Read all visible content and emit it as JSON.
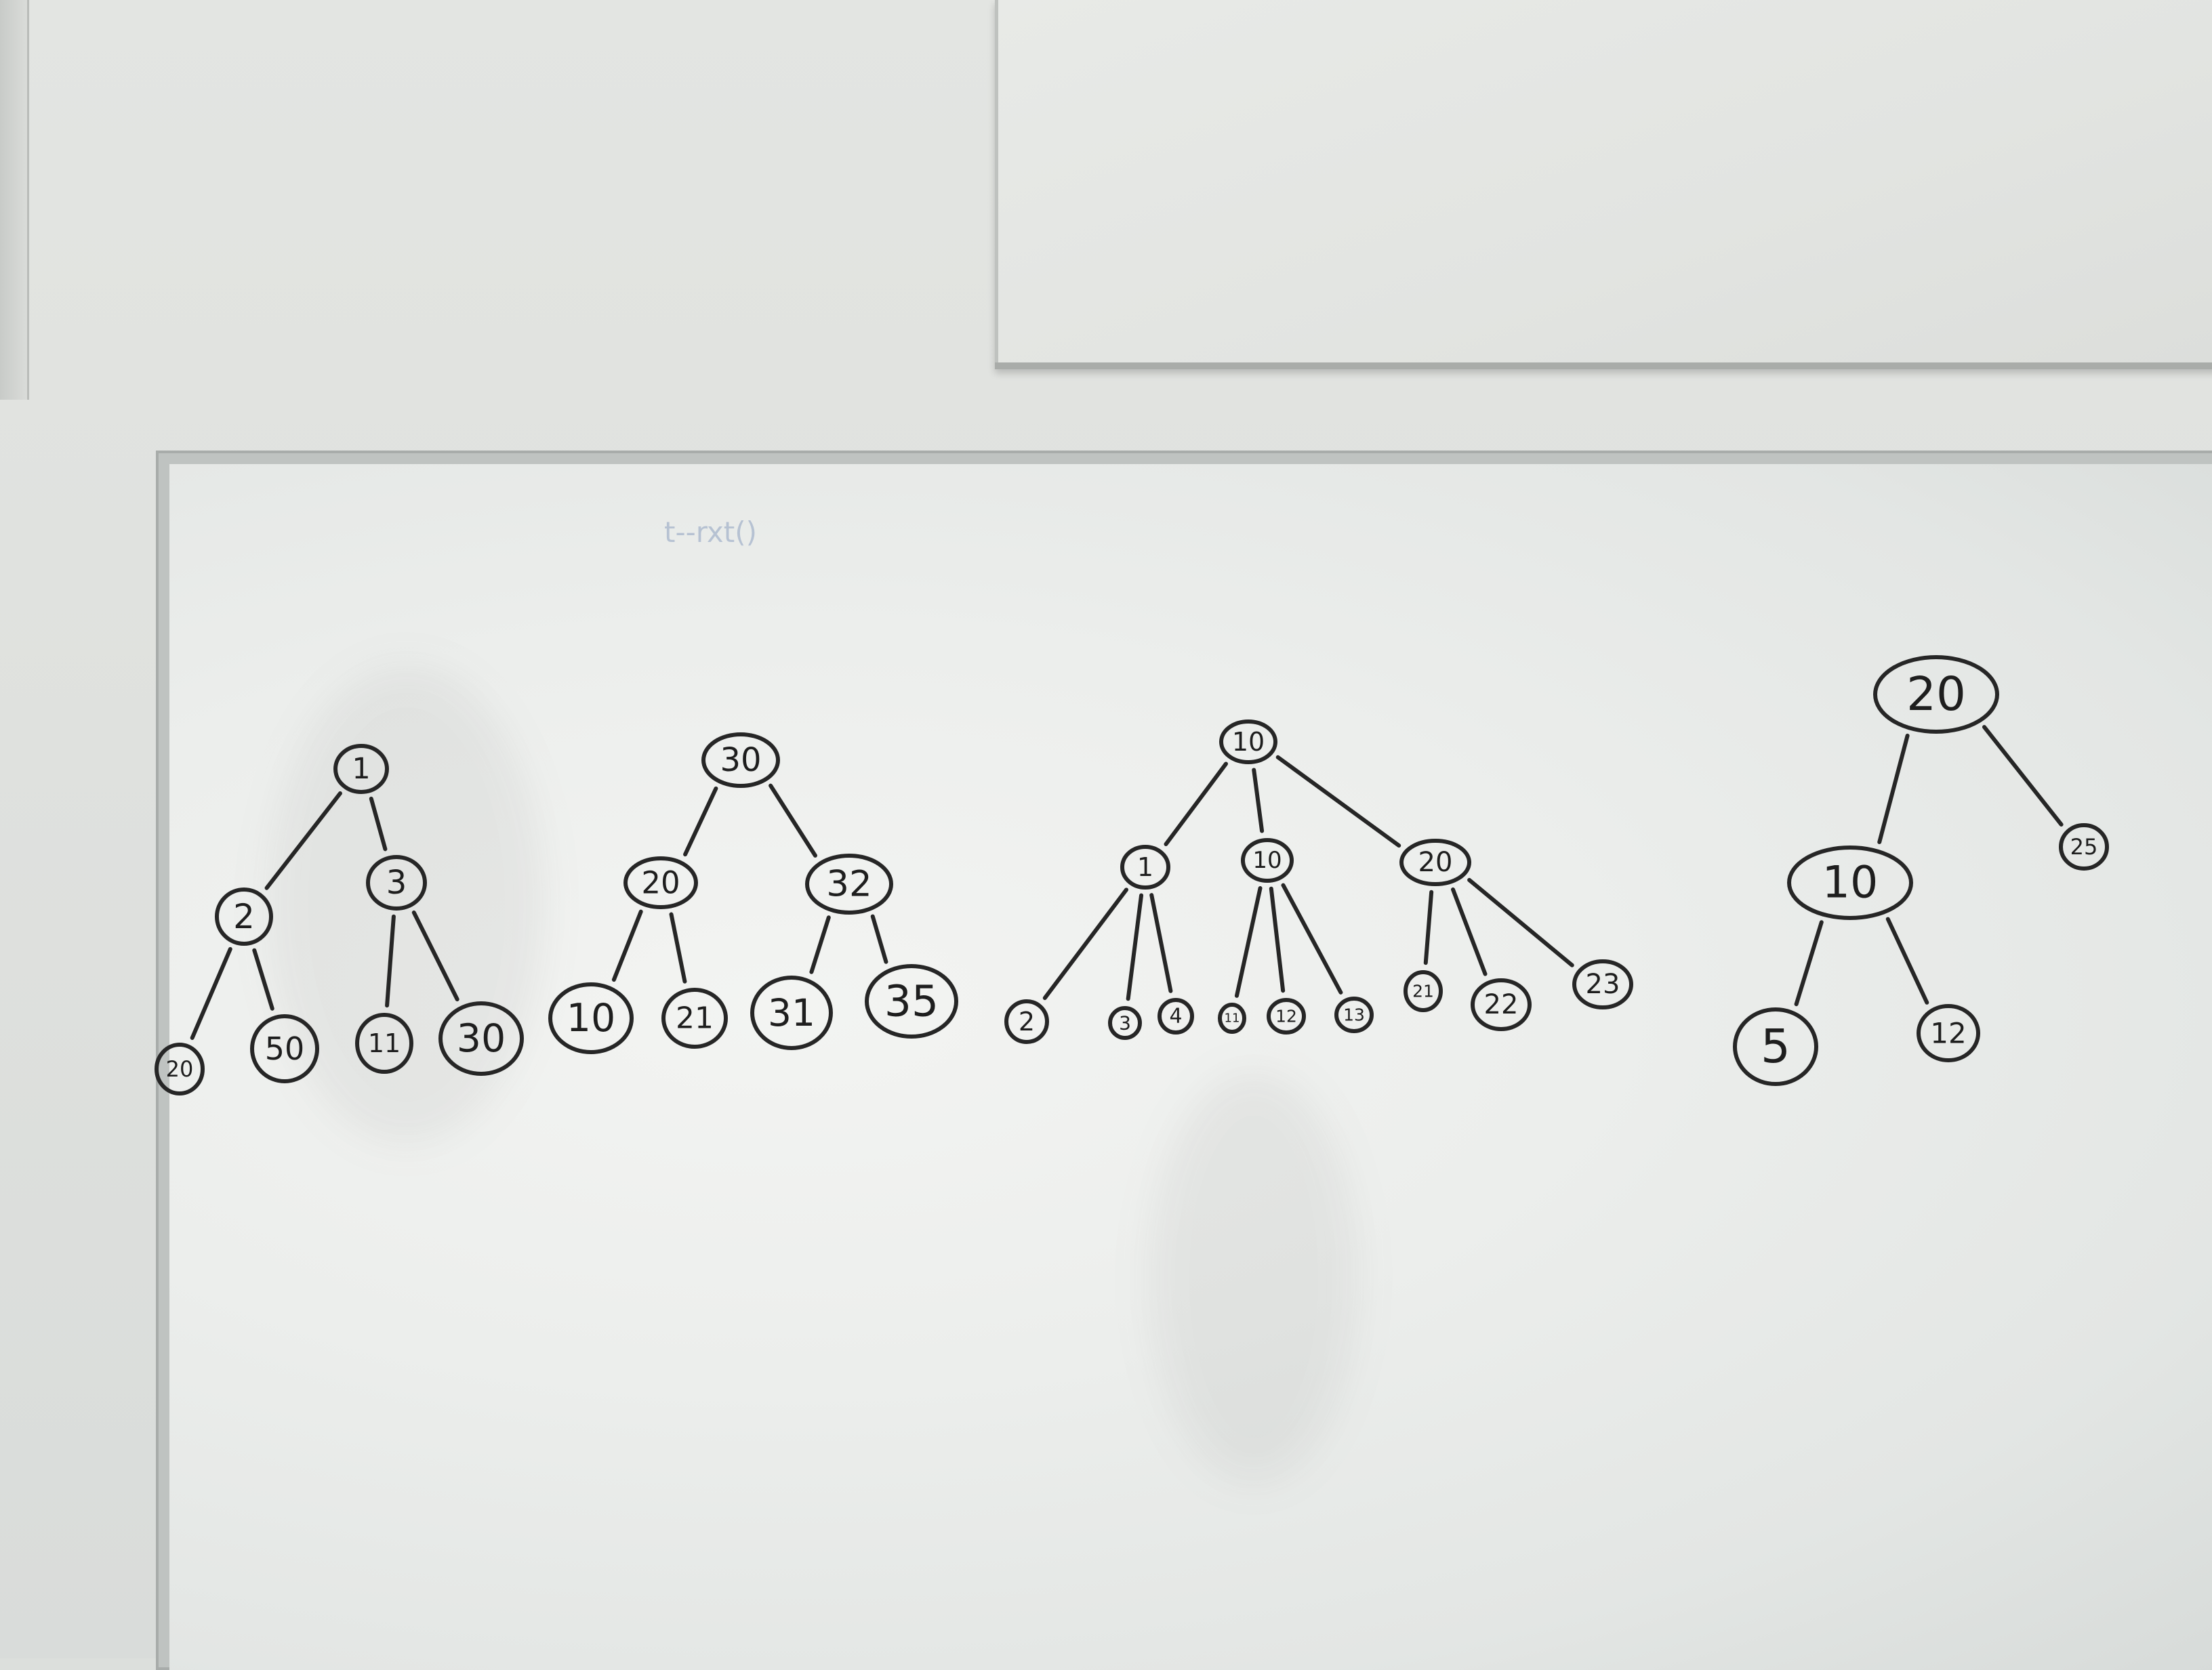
{
  "faint_text": "t--rxt()",
  "trees": [
    {
      "id": "tree-1",
      "nodes": [
        {
          "label": "1"
        },
        {
          "label": "2"
        },
        {
          "label": "3"
        },
        {
          "label": "20"
        },
        {
          "label": "50"
        },
        {
          "label": "11"
        },
        {
          "label": "30"
        }
      ]
    },
    {
      "id": "tree-2",
      "nodes": [
        {
          "label": "30"
        },
        {
          "label": "20"
        },
        {
          "label": "32"
        },
        {
          "label": "10"
        },
        {
          "label": "21"
        },
        {
          "label": "31"
        },
        {
          "label": "35"
        }
      ]
    },
    {
      "id": "tree-3",
      "nodes": [
        {
          "label": "10"
        },
        {
          "label": "1"
        },
        {
          "label": "10"
        },
        {
          "label": "20"
        },
        {
          "label": "2"
        },
        {
          "label": "3"
        },
        {
          "label": "4"
        },
        {
          "label": "11"
        },
        {
          "label": "12"
        },
        {
          "label": "13"
        },
        {
          "label": "21"
        },
        {
          "label": "22"
        },
        {
          "label": "23"
        }
      ]
    },
    {
      "id": "tree-4",
      "nodes": [
        {
          "label": "20"
        },
        {
          "label": "10"
        },
        {
          "label": "25"
        },
        {
          "label": "5"
        },
        {
          "label": "12"
        }
      ]
    }
  ]
}
